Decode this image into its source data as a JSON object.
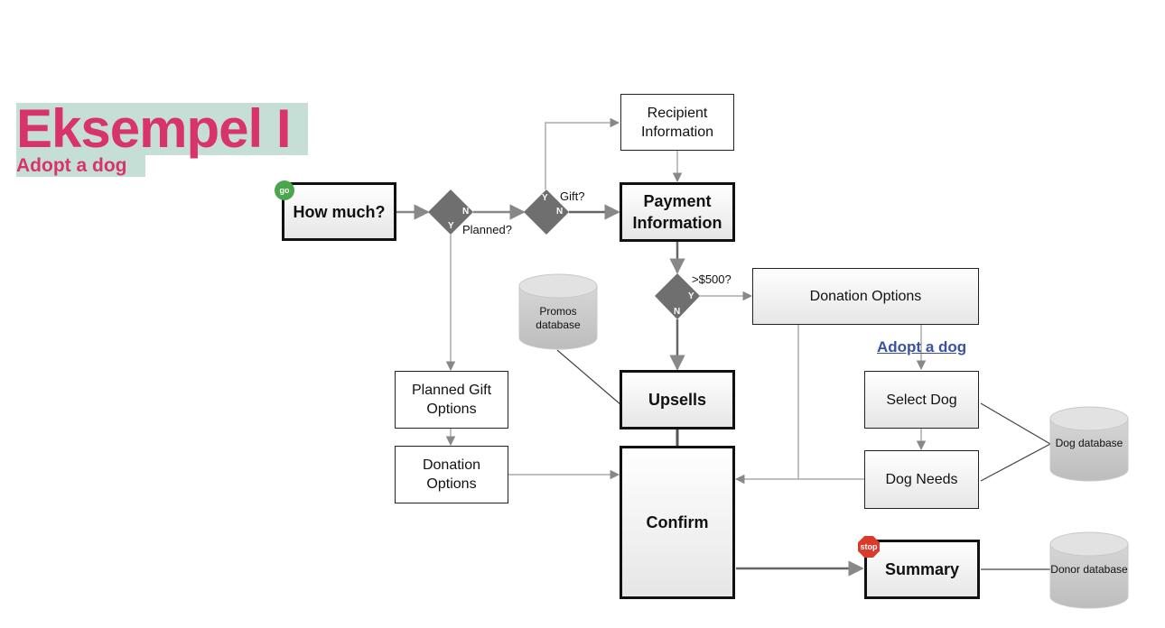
{
  "slide": {
    "title": "Eksempel I",
    "subtitle": "Adopt a dog"
  },
  "flow": {
    "how_much": "How much?",
    "go_badge": "go",
    "planned_label": "Planned?",
    "gift_label": "Gift?",
    "recipient_info": "Recipient Information",
    "payment_info": "Payment Information",
    "over500_label": ">$500?",
    "donation_options_top": "Donation Options",
    "adopt_link": "Adopt a dog",
    "promos_db": "Promos database",
    "upsells": "Upsells",
    "planned_gift_options": "Planned Gift Options",
    "donation_options_left": "Donation Options",
    "select_dog": "Select Dog",
    "dog_needs": "Dog Needs",
    "dog_db": "Dog database",
    "confirm": "Confirm",
    "summary": "Summary",
    "stop_badge": "stop",
    "donor_db": "Donor database",
    "yes": "Y",
    "no": "N"
  }
}
